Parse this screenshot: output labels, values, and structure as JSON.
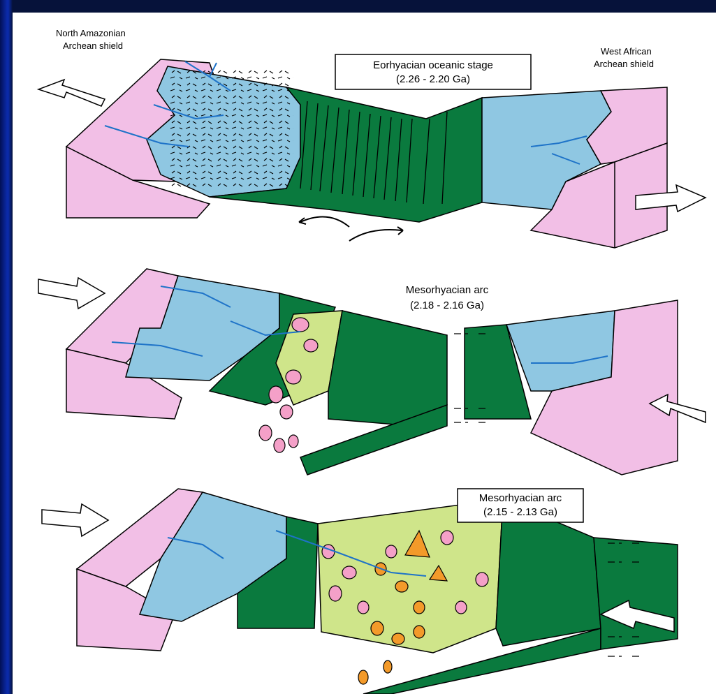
{
  "colors": {
    "background": "#06123a",
    "frame_accent": "#0b2aa8",
    "shield": "#f2bfe6",
    "cover": "#8fc7e2",
    "oceanic": "#0a7a3e",
    "arc": "#cfe58a",
    "granite": "#f4a0c8",
    "volcanic": "#f39a2a",
    "river": "#1e73c8",
    "outline": "#000000"
  },
  "labels": {
    "west_shield": "North Amazonian\nArchean shield",
    "east_shield": "West African\nArchean shield"
  },
  "stages": [
    {
      "title": "Eorhyacian oceanic stage",
      "age": "(2.26 - 2.20 Ga)"
    },
    {
      "title": "Mesorhyacian arc",
      "age": "(2.18 - 2.16 Ga)"
    },
    {
      "title": "Mesorhyacian arc",
      "age": "(2.15 - 2.13 Ga)"
    }
  ],
  "icons": {
    "arrow": "hollow-block-arrow",
    "double_arrow": "curved-double-arrow"
  }
}
